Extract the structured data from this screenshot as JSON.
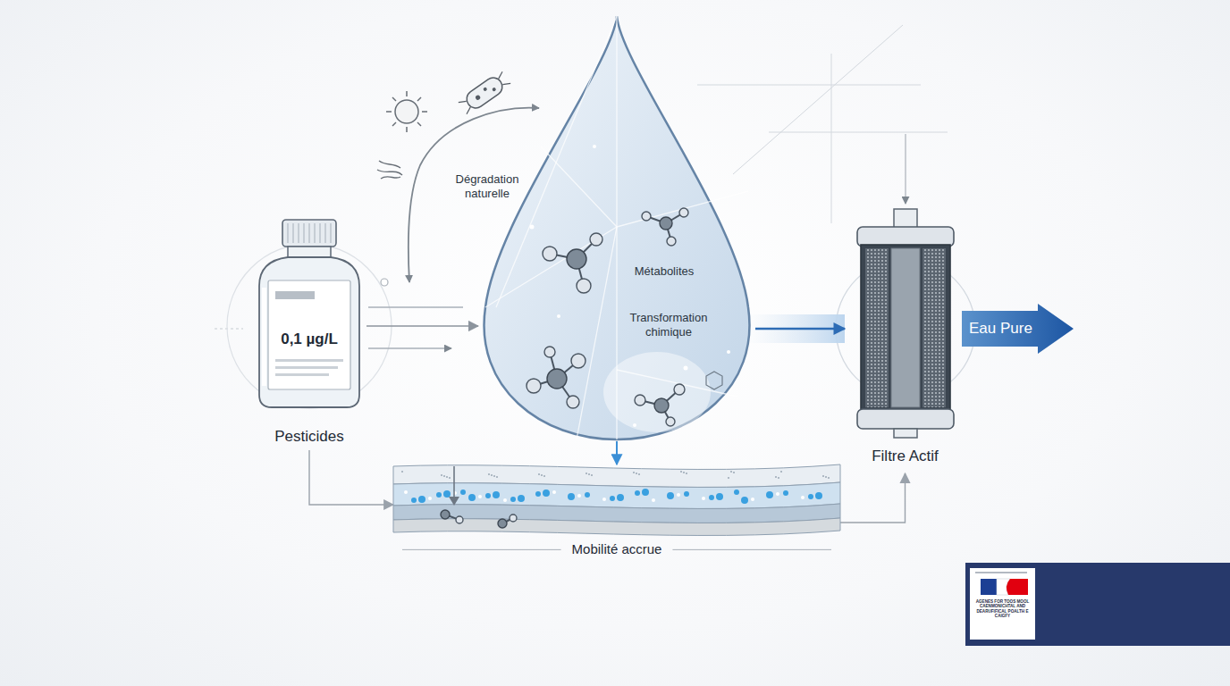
{
  "diagram": {
    "nodes": [
      {
        "text": [
          "0,1 µg/L",
          "Pesticides"
        ]
      },
      {
        "text": [
          "Métabolites",
          "Transformation chimique"
        ]
      },
      {
        "text": [
          "Filtre Actif"
        ]
      },
      {
        "text": [
          "Eau Pure"
        ]
      },
      {
        "text": [
          "Mobilité accrue"
        ]
      }
    ],
    "edges": [
      {
        "from": 0,
        "to": 1,
        "arrow": "to"
      },
      {
        "from": 1,
        "to": 2,
        "arrow": "to"
      },
      {
        "from": 0,
        "to": 4,
        "arrow": "to"
      },
      {
        "from": 1,
        "to": 4,
        "arrow": "to"
      },
      {
        "from": 4,
        "to": 2,
        "arrow": "to"
      }
    ],
    "labels": [
      "Dégradation naturelle",
      "AGENES FOR TOOS MOOL CAENMONICHTAL AND DEARUFIFICAL POALTH E CAIGFY"
    ]
  }
}
